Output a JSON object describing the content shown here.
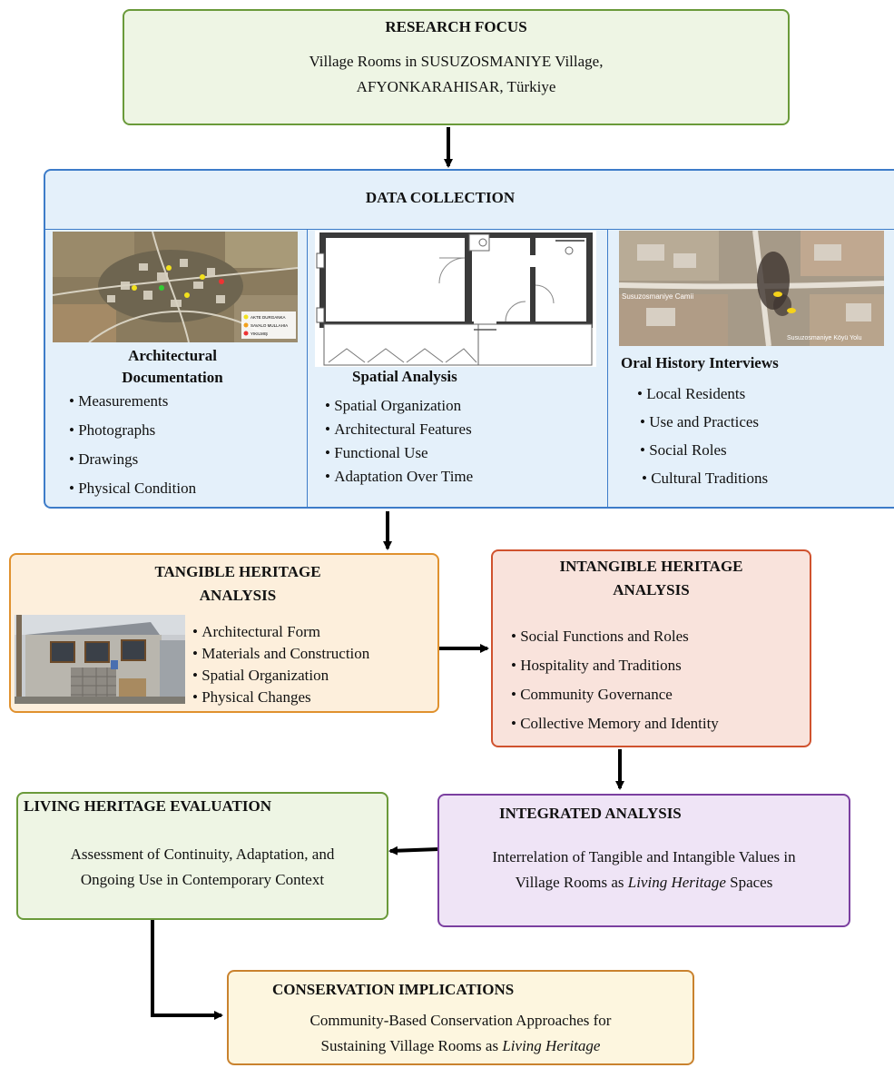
{
  "research": {
    "title": "RESEARCH FOCUS",
    "line1": "Village Rooms in SUSUZOSMANIYE Village,",
    "line2": "AFYONKARAHISAR, Türkiye"
  },
  "data_collection": {
    "title": "DATA COLLECTION",
    "map_legend": [
      "AKTE DURGANKA",
      "SAVALO MULLAHIA",
      "YIKILMIŞ"
    ],
    "columns": [
      {
        "title1": "Architectural",
        "title2": "Documentation",
        "items": [
          "Measurements",
          "Photographs",
          "Drawings",
          "Physical Condition"
        ]
      },
      {
        "title1": "Spatial Analysis",
        "items": [
          "Spatial Organization",
          "Architectural Features",
          "Functional Use",
          "Adaptation Over Time"
        ]
      },
      {
        "title1": "Oral History Interviews",
        "items": [
          "Local Residents",
          "Use and Practices",
          "Social Roles",
          "Cultural Traditions"
        ]
      }
    ],
    "map2_labels": [
      "Susuzosmaniye Camii",
      "Susuzosmaniye Köyü Yolu"
    ]
  },
  "tangible": {
    "title1": "TANGIBLE HERITAGE",
    "title2": "ANALYSIS",
    "items": [
      "Architectural Form",
      "Materials and Construction",
      "Spatial Organization",
      "Physical Changes"
    ]
  },
  "intangible": {
    "title1": "INTANGIBLE HERITAGE",
    "title2": "ANALYSIS",
    "items": [
      "Social Functions and Roles",
      "Hospitality and Traditions",
      "Community Governance",
      "Collective Memory and Identity"
    ]
  },
  "living": {
    "title": "LIVING HERITAGE EVALUATION",
    "line1": "Assessment of Continuity, Adaptation, and",
    "line2": "Ongoing Use in Contemporary Context"
  },
  "integrated": {
    "title": "INTEGRATED ANALYSIS",
    "line1": "Interrelation of Tangible and Intangible Values in",
    "line2a": "Village Rooms as ",
    "line2b": "Living Heritage",
    "line2c": " Spaces"
  },
  "conservation": {
    "title": "CONSERVATION IMPLICATIONS",
    "line1": "Community-Based Conservation Approaches for",
    "line2a": "Sustaining Village Rooms as ",
    "line2b": "Living Heritage"
  },
  "colors": {
    "green_fill": "#eef5e4",
    "green_border": "#6a9a3a",
    "blue_fill": "#e4f0fa",
    "blue_border": "#3d7cc9",
    "orange_fill": "#fdefdc",
    "orange_border": "#e0912e",
    "red_fill": "#f9e3dc",
    "red_border": "#d0522e",
    "purple_fill": "#efe4f6",
    "purple_border": "#7b3fa0",
    "yellow_fill": "#fdf6df",
    "yellow_border": "#c9822e"
  }
}
